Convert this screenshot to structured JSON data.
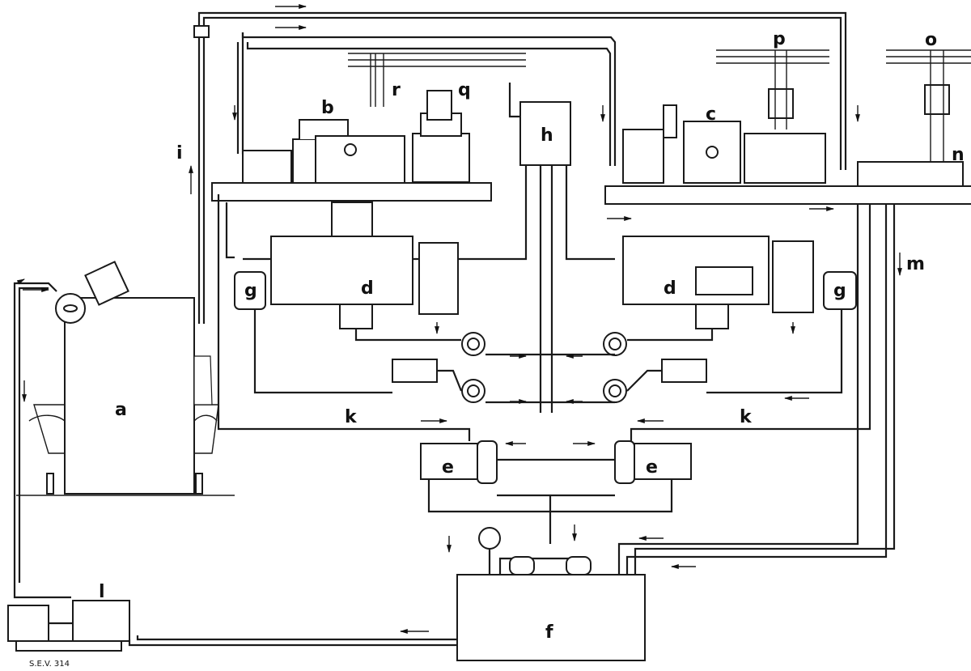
{
  "labels": {
    "a": "a",
    "b": "b",
    "c": "c",
    "d_left": "d",
    "d_right": "d",
    "e_left": "e",
    "e_right": "e",
    "f": "f",
    "g_left": "g",
    "g_right": "g",
    "h": "h",
    "i": "i",
    "k_left": "k",
    "k_right": "k",
    "l": "l",
    "m": "m",
    "n": "n",
    "o": "o",
    "p": "p",
    "q": "q",
    "r": "r"
  },
  "caption": "S.E.V. 314"
}
